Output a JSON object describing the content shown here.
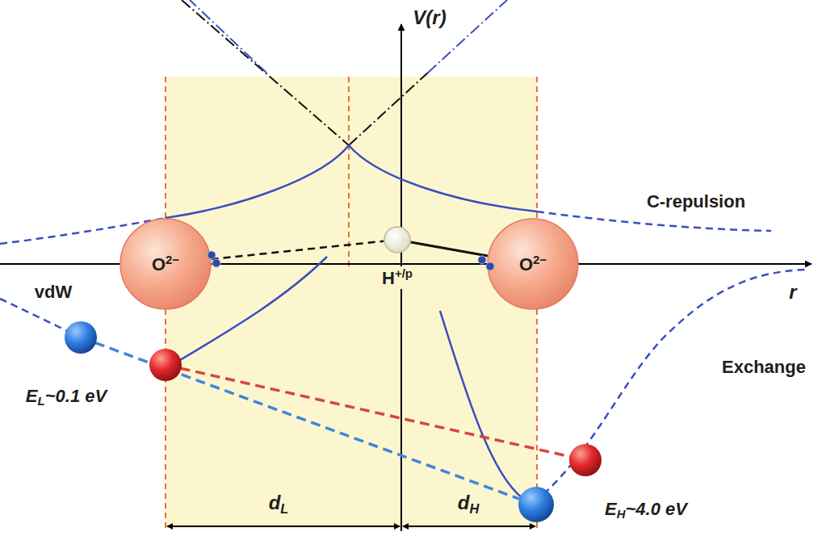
{
  "diagram": {
    "nodes": [
      {
        "text": [
          "O2−"
        ]
      },
      {
        "text": [
          "H+/p"
        ]
      },
      {
        "text": [
          "O2−"
        ]
      }
    ],
    "edges": [
      {
        "from": 0,
        "to": 1,
        "arrow": "none"
      },
      {
        "from": 1,
        "to": 2,
        "arrow": "none"
      }
    ],
    "labels": [
      "V(r)",
      "C-repulsion",
      "r",
      "vdW",
      "Exchange",
      "EL~0.1 eV",
      "dL",
      "dH",
      "EH~4.0 eV"
    ]
  }
}
